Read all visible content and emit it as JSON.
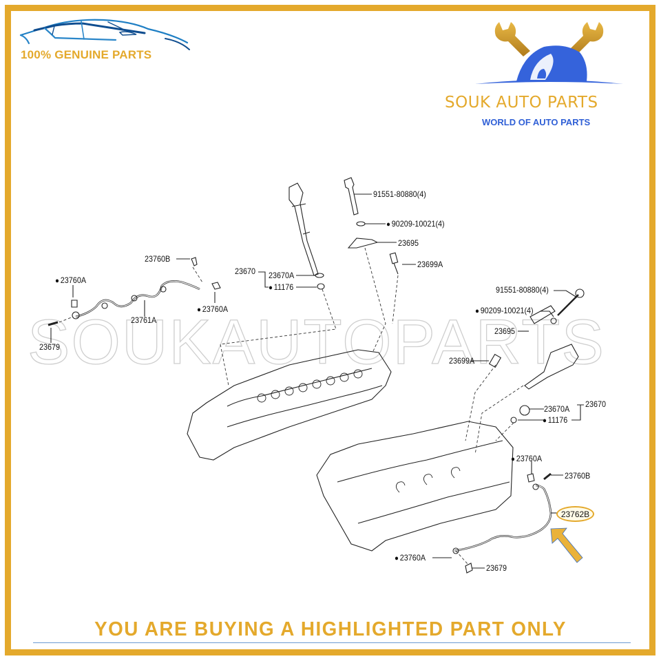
{
  "branding": {
    "left_logo": {
      "icon": "car-silhouette-icon",
      "tagline": "100% GENUINE PARTS"
    },
    "right_logo": {
      "icon": "wrenches-dome-icon",
      "name": "SOUK AUTO PARTS",
      "subtitle": "WORLD OF AUTO PARTS"
    },
    "watermark": "SOUKAUTOPARTS"
  },
  "colors": {
    "frame_gold": "#e4a92c",
    "brand_blue": "#2f5fd6",
    "highlight_fill": "#fffbe8",
    "rule_blue": "#6b9bd1"
  },
  "diagram": {
    "callouts_left_bank": [
      {
        "id": "91551-80880(4)",
        "dot": false
      },
      {
        "id": "90209-10021(4)",
        "dot": true
      },
      {
        "id": "23695",
        "dot": false
      },
      {
        "id": "23699A",
        "dot": false
      },
      {
        "id": "23670",
        "dot": false
      },
      {
        "id": "23670A",
        "dot": false
      },
      {
        "id": "11176",
        "dot": true
      },
      {
        "id": "23760B",
        "dot": false
      },
      {
        "id": "23760A",
        "dot": true
      },
      {
        "id": "23760A",
        "dot": true
      },
      {
        "id": "23761A",
        "dot": false
      },
      {
        "id": "23679",
        "dot": false
      }
    ],
    "callouts_right_bank": [
      {
        "id": "91551-80880(4)",
        "dot": false
      },
      {
        "id": "90209-10021(4)",
        "dot": true
      },
      {
        "id": "23695",
        "dot": false
      },
      {
        "id": "23699A",
        "dot": false
      },
      {
        "id": "23670A",
        "dot": false
      },
      {
        "id": "23670",
        "dot": false
      },
      {
        "id": "11176",
        "dot": true
      },
      {
        "id": "23760A",
        "dot": true
      },
      {
        "id": "23760B",
        "dot": false
      },
      {
        "id": "23760A",
        "dot": true
      },
      {
        "id": "23679",
        "dot": false
      }
    ],
    "highlighted_part": "23762B",
    "highlight_indicator": "arrow-up-left-icon"
  },
  "footer": {
    "notice": "YOU ARE BUYING A HIGHLIGHTED PART ONLY"
  }
}
